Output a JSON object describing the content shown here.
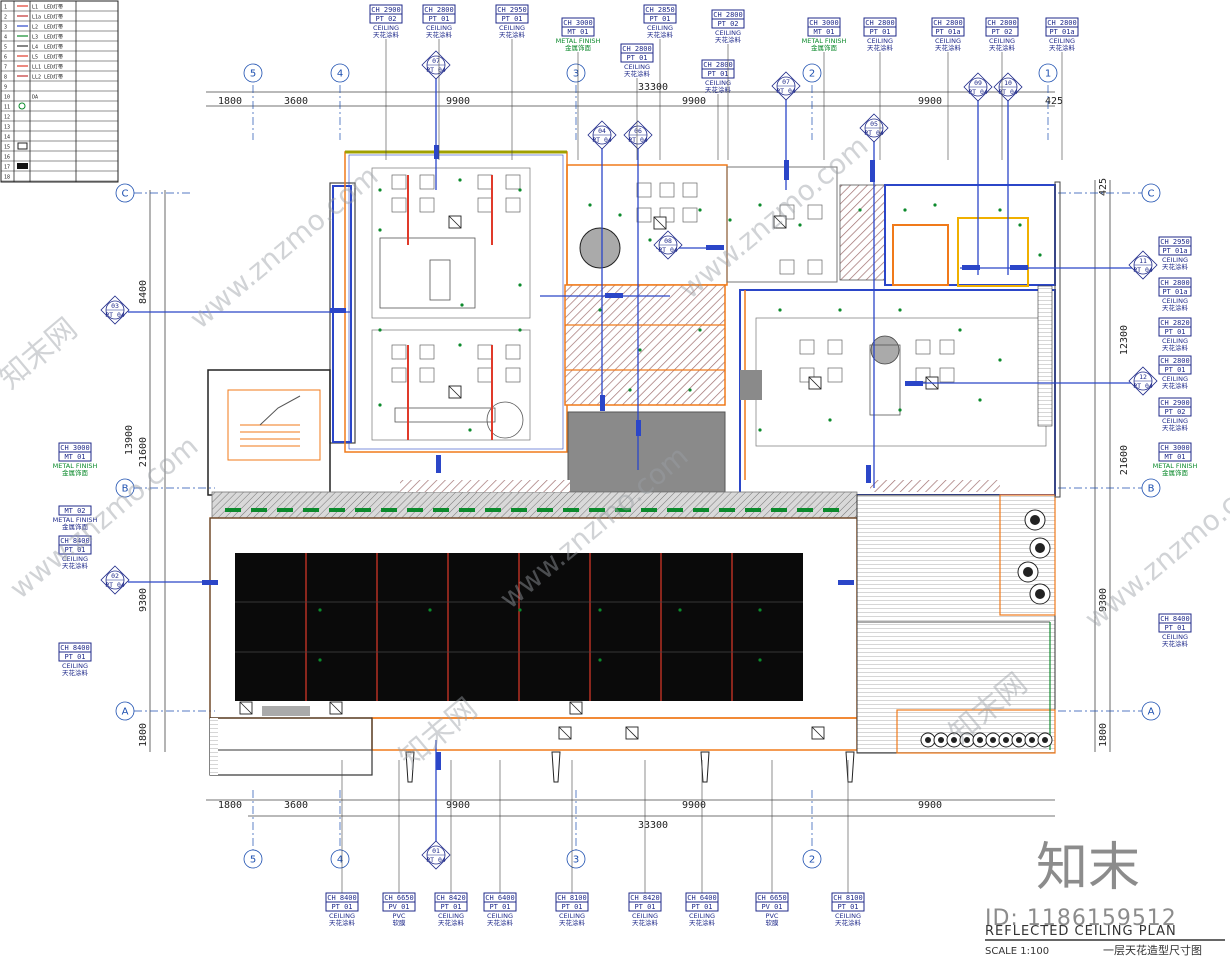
{
  "legend": {
    "rows": [
      {
        "num": "1",
        "code": "L1",
        "text": "LED灯带"
      },
      {
        "num": "2",
        "code": "L1a",
        "text": "LED灯带"
      },
      {
        "num": "3",
        "code": "L2",
        "text": "LED灯带"
      },
      {
        "num": "4",
        "code": "L3",
        "text": "LED灯带"
      },
      {
        "num": "5",
        "code": "L4",
        "text": "LED灯带"
      },
      {
        "num": "6",
        "code": "L5",
        "text": "LED灯带"
      },
      {
        "num": "7",
        "code": "LL1",
        "text": "LED灯带"
      },
      {
        "num": "8",
        "code": "LL2",
        "text": "LED灯带"
      },
      {
        "num": "9",
        "code": "",
        "text": ""
      },
      {
        "num": "10",
        "code": "DA",
        "text": ""
      },
      {
        "num": "11",
        "code": "",
        "text": ""
      },
      {
        "num": "12",
        "code": "",
        "text": ""
      },
      {
        "num": "13",
        "code": "",
        "text": ""
      },
      {
        "num": "14",
        "code": "",
        "text": ""
      },
      {
        "num": "15",
        "code": "",
        "text": ""
      },
      {
        "num": "16",
        "code": "",
        "text": ""
      },
      {
        "num": "17",
        "code": "",
        "text": ""
      },
      {
        "num": "18",
        "code": "",
        "text": ""
      }
    ]
  },
  "dimensions": {
    "top_total": "33300",
    "top_segments": [
      "1800",
      "3600",
      "9900",
      "9900",
      "9900",
      "425"
    ],
    "bottom_total": "33300",
    "bottom_segments": [
      "1800",
      "3600",
      "9900",
      "9900",
      "9900"
    ],
    "left": [
      "8400",
      "13900",
      "21600",
      "9300",
      "1800"
    ],
    "right": [
      "425",
      "12300",
      "21600",
      "9300",
      "1800"
    ]
  },
  "grid_axes": {
    "columns": [
      "5",
      "4",
      "3",
      "2",
      "1"
    ],
    "rows": [
      "C",
      "B",
      "A"
    ]
  },
  "section_markers": [
    "07",
    "08",
    "04",
    "06",
    "07",
    "05",
    "09",
    "10",
    "03",
    "02",
    "01",
    "11",
    "12"
  ],
  "callout_sheet": "PT 04",
  "tags_top": [
    {
      "ch": "CH 2900",
      "mat": "PT 02",
      "label": "CEILING",
      "cn": "天花涂料",
      "green": false
    },
    {
      "ch": "CH 2800",
      "mat": "PT 01",
      "label": "CEILING",
      "cn": "天花涂料",
      "green": false
    },
    {
      "ch": "CH 2950",
      "mat": "PT 01",
      "label": "CEILING",
      "cn": "天花涂料",
      "green": false
    },
    {
      "ch": "CH 3000",
      "mat": "MT 01",
      "label": "METAL FINISH",
      "cn": "金属饰面",
      "green": true
    },
    {
      "ch": "CH 2850",
      "mat": "PT 01",
      "label": "CEILING",
      "cn": "天花涂料",
      "green": false
    },
    {
      "ch": "CH 2800",
      "mat": "PT 01",
      "label": "CEILING",
      "cn": "天花涂料",
      "green": false
    },
    {
      "ch": "CH 2800",
      "mat": "PT 02",
      "label": "CEILING",
      "cn": "天花涂料",
      "green": false
    },
    {
      "ch": "CH 2800",
      "mat": "PT 01",
      "label": "CEILING",
      "cn": "天花涂料",
      "green": false
    },
    {
      "ch": "CH 3000",
      "mat": "MT 01",
      "label": "METAL FINISH",
      "cn": "金属饰面",
      "green": true
    },
    {
      "ch": "CH 2800",
      "mat": "PT 01",
      "label": "CEILING",
      "cn": "天花涂料",
      "green": false
    },
    {
      "ch": "CH 2800",
      "mat": "PT 01a",
      "label": "CEILING",
      "cn": "天花涂料",
      "green": false
    },
    {
      "ch": "CH 2800",
      "mat": "PT 02",
      "label": "CEILING",
      "cn": "天花涂料",
      "green": false
    },
    {
      "ch": "CH 2800",
      "mat": "PT 01a",
      "label": "CEILING",
      "cn": "天花涂料",
      "green": false
    }
  ],
  "tags_bottom": [
    {
      "ch": "CH 8400",
      "mat": "PT 01",
      "label": "CEILING",
      "cn": "天花涂料"
    },
    {
      "ch": "CH 6650",
      "mat": "PV 01",
      "label": "PVC",
      "cn": "软膜"
    },
    {
      "ch": "CH 8420",
      "mat": "PT 01",
      "label": "CEILING",
      "cn": "天花涂料"
    },
    {
      "ch": "CH 6400",
      "mat": "PT 01",
      "label": "CEILING",
      "cn": "天花涂料"
    },
    {
      "ch": "CH 8100",
      "mat": "PT 01",
      "label": "CEILING",
      "cn": "天花涂料"
    },
    {
      "ch": "CH 8420",
      "mat": "PT 01",
      "label": "CEILING",
      "cn": "天花涂料"
    },
    {
      "ch": "CH 6400",
      "mat": "PT 01",
      "label": "CEILING",
      "cn": "天花涂料"
    },
    {
      "ch": "CH 6650",
      "mat": "PV 01",
      "label": "PVC",
      "cn": "软膜"
    },
    {
      "ch": "CH 8100",
      "mat": "PT 01",
      "label": "CEILING",
      "cn": "天花涂料"
    }
  ],
  "tags_left": [
    {
      "ch": "CH 3000",
      "mat": "MT 01",
      "label": "METAL FINISH",
      "cn": "金属饰面",
      "green": true
    },
    {
      "ch": "",
      "mat": "MT 02",
      "label": "METAL FINISH",
      "cn": "金属饰面",
      "green": false
    },
    {
      "ch": "CH 8400",
      "mat": "PT 01",
      "label": "CEILING",
      "cn": "天花涂料",
      "green": false
    },
    {
      "ch": "CH 8400",
      "mat": "PT 01",
      "label": "CEILING",
      "cn": "天花涂料",
      "green": false
    }
  ],
  "tags_right": [
    {
      "ch": "CH 2950",
      "mat": "PT 01a",
      "label": "CEILING",
      "cn": "天花涂料",
      "green": false
    },
    {
      "ch": "CH 2800",
      "mat": "PT 01a",
      "label": "CEILING",
      "cn": "天花涂料",
      "green": false
    },
    {
      "ch": "CH 2820",
      "mat": "PT 01",
      "label": "CEILING",
      "cn": "天花涂料",
      "green": false
    },
    {
      "ch": "CH 2800",
      "mat": "PT 01",
      "label": "CEILING",
      "cn": "天花涂料",
      "green": false
    },
    {
      "ch": "CH 2900",
      "mat": "PT 02",
      "label": "CEILING",
      "cn": "天花涂料",
      "green": false
    },
    {
      "ch": "CH 3000",
      "mat": "MT 01",
      "label": "METAL FINISH",
      "cn": "金属饰面",
      "green": true
    },
    {
      "ch": "CH 8400",
      "mat": "PT 01",
      "label": "CEILING",
      "cn": "天花涂料",
      "green": false
    }
  ],
  "title_block": {
    "title": "REFLECTED CEILING PLAN",
    "scale": "SCALE 1:100",
    "subtitle": "一层天花造型尺寸图"
  },
  "watermark": {
    "brand": "知末",
    "id_text": "ID: 1186159512",
    "url": "www.znzmo.com",
    "logo": "知末网"
  },
  "colors": {
    "wall_blue": "#2b46c8",
    "ceiling_orange": "#f07a1a",
    "red_line": "#e03a2a",
    "axis_blue": "#1c4fb0",
    "green": "#0c8a2c",
    "dark_panel": "#0a0a0a",
    "hatch": "#b08080"
  }
}
